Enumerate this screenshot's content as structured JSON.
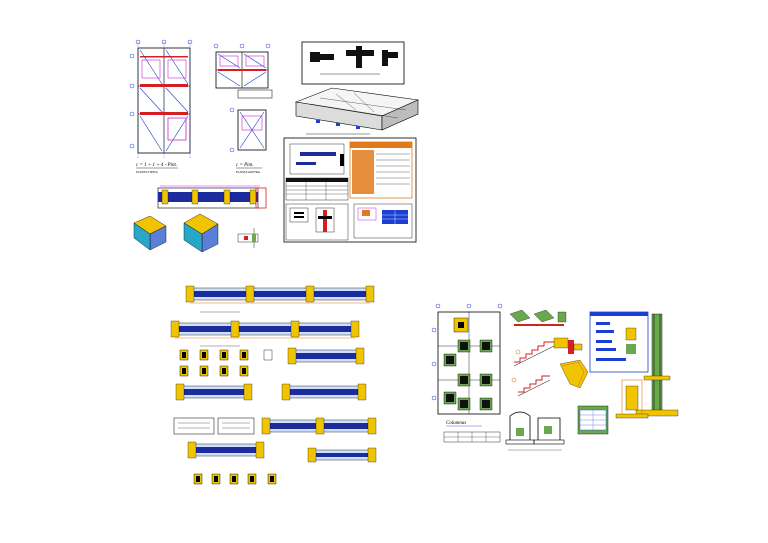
{
  "canvas": {
    "background": "#ffffff"
  },
  "colors": {
    "line": "#000000",
    "axis_blue": "#1a3fd1",
    "rebar_red": "#d42020",
    "cyan": "#28a8c8",
    "magenta": "#d020d0",
    "orange": "#e07a1a",
    "yellow": "#f0c400",
    "green_fill": "#6aa84f",
    "teal": "#2e8b57",
    "navy": "#1c2c9c"
  },
  "sheets": [
    {
      "id": "plans-and-details",
      "description_icon": "blueprint-sheet"
    },
    {
      "id": "beam-elevations",
      "description_icon": "blueprint-sheet"
    },
    {
      "id": "columns-and-stairs",
      "description_icon": "blueprint-sheet"
    }
  ],
  "labels": {
    "columns_title": "Columnas"
  }
}
